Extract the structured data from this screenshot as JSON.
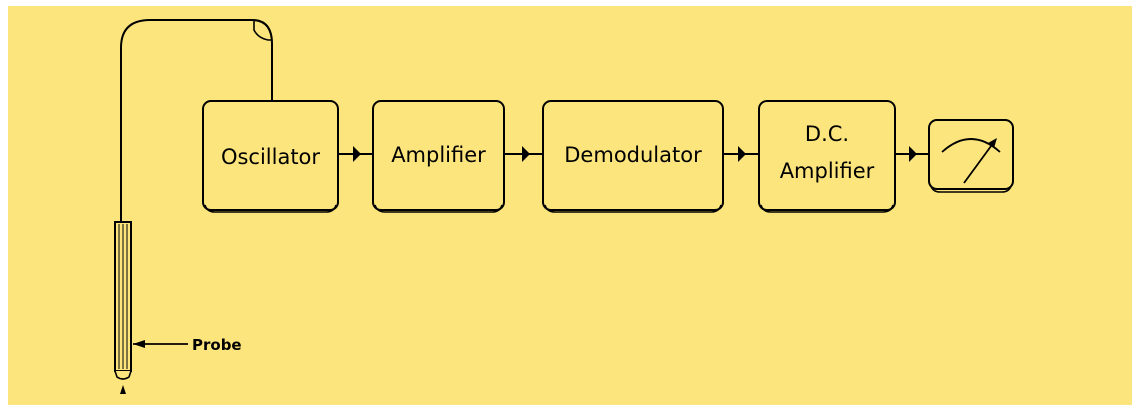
{
  "blocks": [
    {
      "id": "oscillator",
      "lines": [
        "Oscillator"
      ]
    },
    {
      "id": "amplifier",
      "lines": [
        "Amplifier"
      ]
    },
    {
      "id": "demodulator",
      "lines": [
        "Demodulator"
      ]
    },
    {
      "id": "dc-amplifier",
      "lines": [
        "D.C.",
        "Amplifier"
      ]
    }
  ],
  "probe_label": "Probe",
  "colors": {
    "background": "#FDE57D",
    "line": "#000000",
    "box_fill": "#FDE57D"
  }
}
